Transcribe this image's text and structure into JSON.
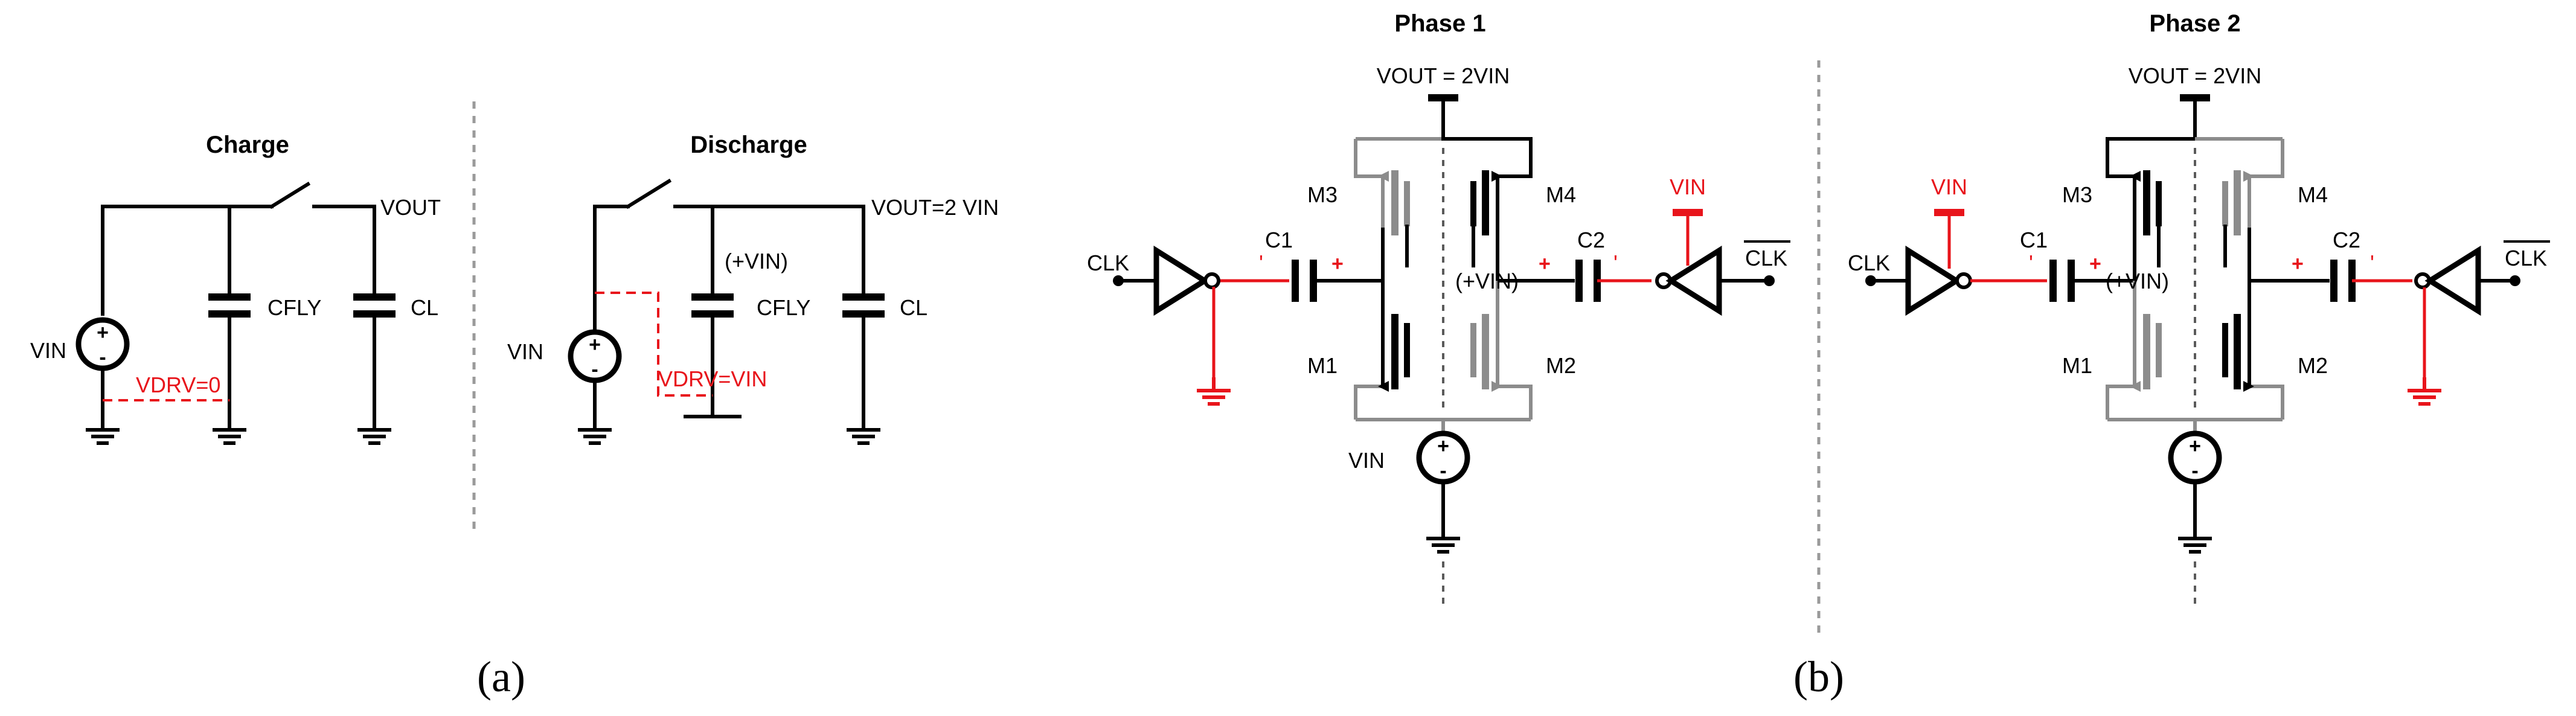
{
  "panel_a": {
    "caption": "(a)",
    "charge": {
      "title": "Charge",
      "vin": "VIN",
      "cfly": "CFLY",
      "cl": "CL",
      "vout": "VOUT",
      "vdrv": "VDRV=0"
    },
    "discharge": {
      "title": "Discharge",
      "vin": "VIN",
      "plus_vin": "(+VIN)",
      "cfly": "CFLY",
      "cl": "CL",
      "vout": "VOUT=2 VIN",
      "vdrv": "VDRV=VIN"
    }
  },
  "panel_b": {
    "caption": "(b)",
    "phase1": {
      "title": "Phase 1",
      "vout": "VOUT = 2VIN",
      "clk": "CLK",
      "clk_bar": "CLK",
      "c1": "C1",
      "c2": "C2",
      "m1": "M1",
      "m2": "M2",
      "m3": "M3",
      "m4": "M4",
      "plus_vin": "(+VIN)",
      "vin_source": "VIN",
      "vin_rail": "VIN"
    },
    "phase2": {
      "title": "Phase 2",
      "vout": "VOUT = 2VIN",
      "clk": "CLK",
      "clk_bar": "CLK",
      "c1": "C1",
      "c2": "C2",
      "m1": "M1",
      "m2": "M2",
      "m3": "M3",
      "m4": "M4",
      "plus_vin": "(+VIN)",
      "vin_rail": "VIN"
    }
  },
  "colors": {
    "wire": "#000000",
    "inactive": "#8c8c8c",
    "highlight": "#e8141b"
  }
}
